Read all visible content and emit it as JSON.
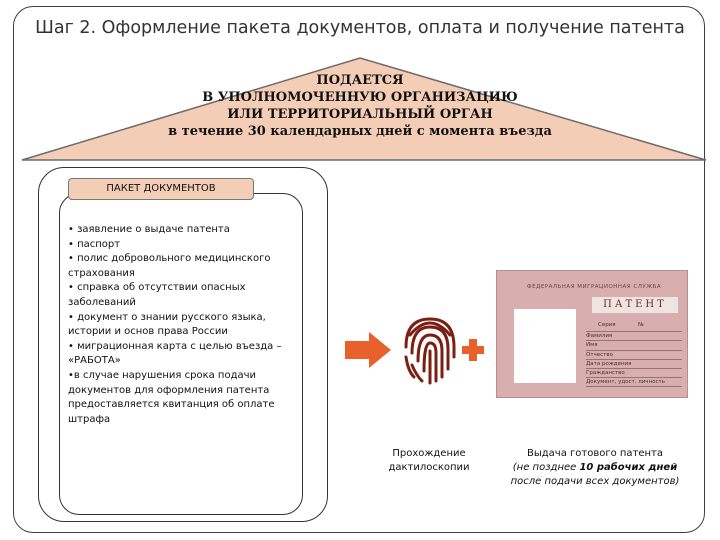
{
  "header": {
    "title": "Шаг 2. Оформление пакета документов, оплата и получение патента"
  },
  "roof": {
    "lines": [
      "ПОДАЕТСЯ",
      "В УПОЛНОМОЧЕННУЮ ОРГАНИЗАЦИЮ",
      "ИЛИ ТЕРРИТОРИАЛЬНЫЙ ОРГАН",
      "в течение 30 календарных дней с момента въезда"
    ]
  },
  "packet": {
    "header": "ПАКЕТ ДОКУМЕНТОВ",
    "items": [
      "• заявление о выдаче патента",
      "• паспорт",
      "• полис добровольного медицинского страхования",
      "• справка об отсутствии опасных заболеваний",
      "• документ о знании русского языка, истории и основ права России",
      "• миграционная карта с целью въезда – «РАБОТА»",
      "•в случае нарушения срока подачи документов для оформления патента предоставляется квитанция об оплате штрафа"
    ]
  },
  "patent_card": {
    "agency": "ФЕДЕРАЛЬНАЯ МИГРАЦИОННАЯ СЛУЖБА",
    "word": "ПАТЕНТ",
    "series": "Серия",
    "number": "№",
    "fields": [
      "",
      "Фамилия",
      "Имя",
      "Отчество",
      "Дата рождения",
      "Гражданство",
      "Документ, удост. личность"
    ]
  },
  "captions": {
    "fingerprint_line1": "Прохождение",
    "fingerprint_line2": "дактилоскопии",
    "patent_line1": "Выдача готового патента",
    "patent_line2_open": "(не позднее ",
    "patent_line2_bold": "10 рабочих дней",
    "patent_line3": "после подачи всех документов)"
  },
  "colors": {
    "roof_fill": "#f4cdb6",
    "packet_header_fill": "#f4cdb6",
    "arrow_fill": "#e8602c",
    "plus_fill": "#e8602c",
    "fingerprint": "#7a1f12",
    "patent_card": "#d9aeae"
  },
  "icons": {
    "arrow": "right-arrow-icon",
    "fingerprint": "fingerprint-icon",
    "plus": "plus-icon"
  }
}
